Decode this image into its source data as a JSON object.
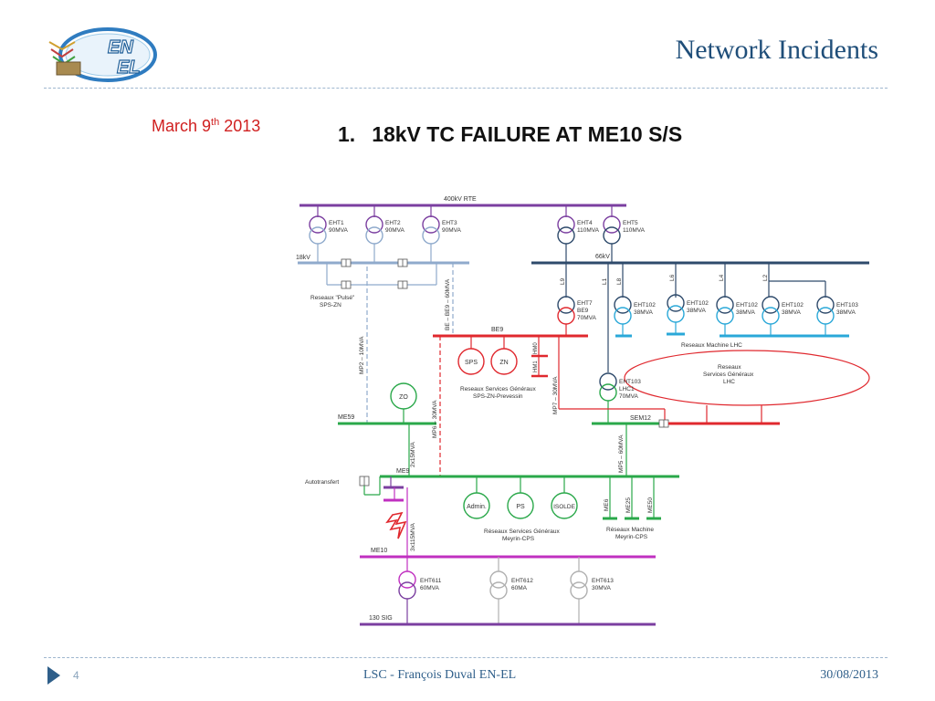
{
  "header": {
    "title": "Network Incidents",
    "logo": {
      "line1": "EN",
      "line2": "EL"
    }
  },
  "slide": {
    "date_main": "March 9",
    "date_sup": "th",
    "date_year": " 2013",
    "heading_number": "1.",
    "heading_text": "18kV TC FAILURE AT ME10 S/S"
  },
  "diagram": {
    "buses": {
      "rte": "400kV RTE",
      "kv18": "18kV",
      "kv66": "66kV",
      "be9": "BE9",
      "me59": "ME59",
      "me9": "ME9",
      "me10": "ME10",
      "sem12": "SEM12",
      "sig": "130 SIG"
    },
    "transformers": {
      "eht1": [
        "EHT1",
        "90MVA"
      ],
      "eht2": [
        "EHT2",
        "90MVA"
      ],
      "eht3": [
        "EHT3",
        "90MVA"
      ],
      "eht4": [
        "EHT4",
        "110MVA"
      ],
      "eht5": [
        "EHT5",
        "110MVA"
      ],
      "eht7": [
        "EHT7",
        "BE9",
        "70MVA"
      ],
      "eht102a": [
        "EHT102",
        "38MVA"
      ],
      "eht102b": [
        "EHT102",
        "38MVA"
      ],
      "eht102c": [
        "EHT102",
        "38MVA"
      ],
      "eht102d": [
        "EHT102",
        "38MVA"
      ],
      "eht103": [
        "EHT103",
        "38MVA"
      ],
      "eht103lhc": [
        "EHT103",
        "LHC1",
        "70MVA"
      ],
      "eht611": [
        "EHT611",
        "60MVA"
      ],
      "eht612": [
        "EHT612",
        "60MA"
      ],
      "eht613": [
        "EHT613",
        "30MVA"
      ]
    },
    "lines": [
      "L9",
      "L1",
      "L8",
      "L6",
      "L4",
      "L2"
    ],
    "feeders": {
      "be_be9": "BE – BE9 – 60MVA",
      "mp2": "MP2 – 10MVA",
      "mp6": "MP6 – 30MVA",
      "mp7": "MP7 – 30MVA",
      "mp5": "MP5 – 60MVA",
      "twox15": "2x15MVA",
      "x115": "3x115MVA",
      "hm0": "HM0",
      "hm1": "HM1",
      "me6": "ME6",
      "me25": "ME25",
      "me50": "ME50"
    },
    "loads": {
      "sps": "SPS",
      "zn": "ZN",
      "zo": "ZO",
      "admin": "Admin.",
      "ps": "PS",
      "isolde": "ISOLDE"
    },
    "networks": {
      "pulse_1": "Reseaux \"Pulsé\"",
      "pulse_2": "SPS-ZN",
      "sg_sps_1": "Reseaux Services Généraux",
      "sg_sps_2": "SPS-ZN-Prevessin",
      "lhc_machine": "Reseaux Machine LHC",
      "lhc_sg_1": "Reseaux",
      "lhc_sg_2": "Services Généraux",
      "lhc_sg_3": "LHC",
      "meyrin_sg_1": "Réseaux Services Généraux",
      "meyrin_sg_2": "Meyrin-CPS",
      "meyrin_mach_1": "Réseaux Machine",
      "meyrin_mach_2": "Meyrin-CPS",
      "autotransfert": "Autotransfert"
    },
    "colors": {
      "rte": "#7b3fa0",
      "bus18": "#8faacc",
      "bus66": "#2e4a6b",
      "be9": "#e0282e",
      "green": "#2aa84a",
      "magenta": "#c030c0",
      "purple": "#7b3fa0",
      "lightblue": "#2aa8d8",
      "grey": "#b0b0b0",
      "fault": "#e0282e"
    }
  },
  "footer": {
    "page": "4",
    "center": "LSC  -  François Duval EN-EL",
    "date": "30/08/2013"
  }
}
